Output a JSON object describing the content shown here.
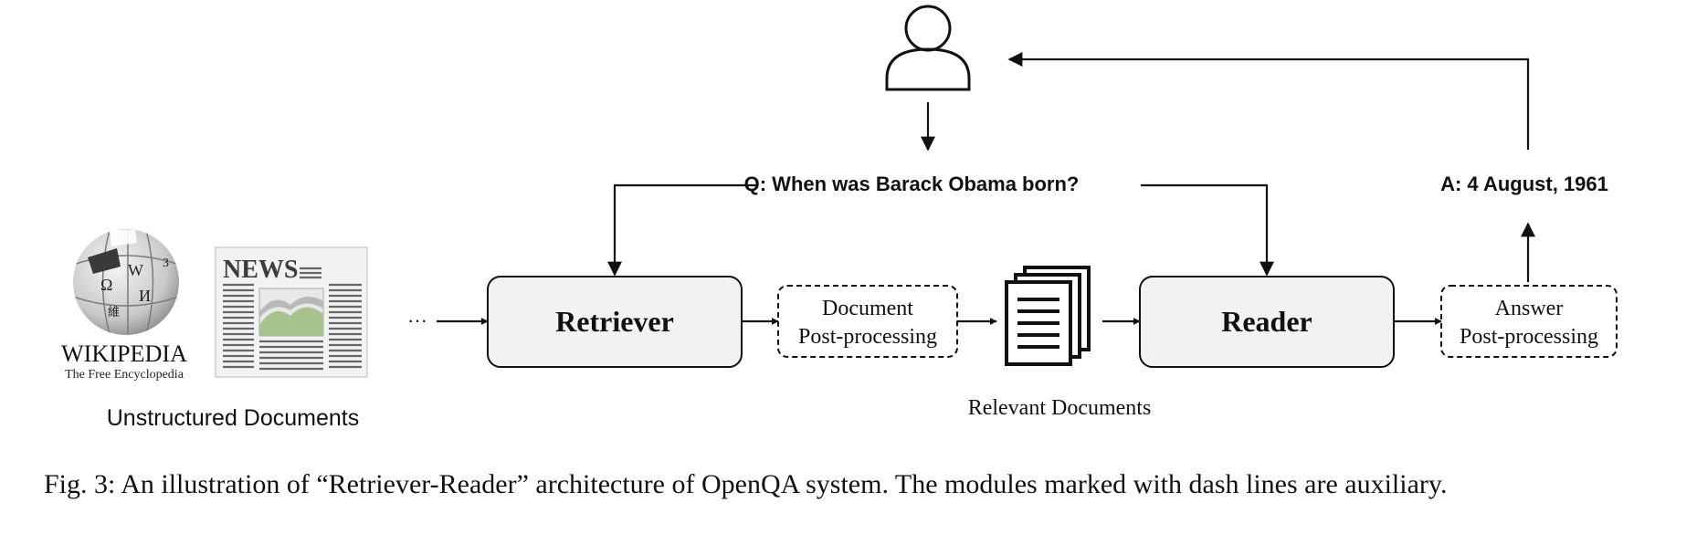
{
  "question": "Q: When was Barack Obama born?",
  "answer": "A: 4 August, 1961",
  "ellipsis": "···",
  "sources": {
    "label": "Unstructured Documents",
    "wikipedia": {
      "name": "WIKIPEDIA",
      "tagline": "The Free Encyclopedia",
      "globe_glyphs": [
        "Ω",
        "W",
        "И",
        "3",
        "維"
      ]
    },
    "newspaper": {
      "masthead": "NEWS"
    }
  },
  "modules": {
    "retriever": "Retriever",
    "doc_post_line1": "Document",
    "doc_post_line2": "Post-processing",
    "relevant_docs_label": "Relevant Documents",
    "reader": "Reader",
    "ans_post_line1": "Answer",
    "ans_post_line2": "Post-processing"
  },
  "caption": "Fig. 3: An illustration of “Retriever-Reader” architecture of OpenQA system. The modules marked with dash lines are auxiliary."
}
